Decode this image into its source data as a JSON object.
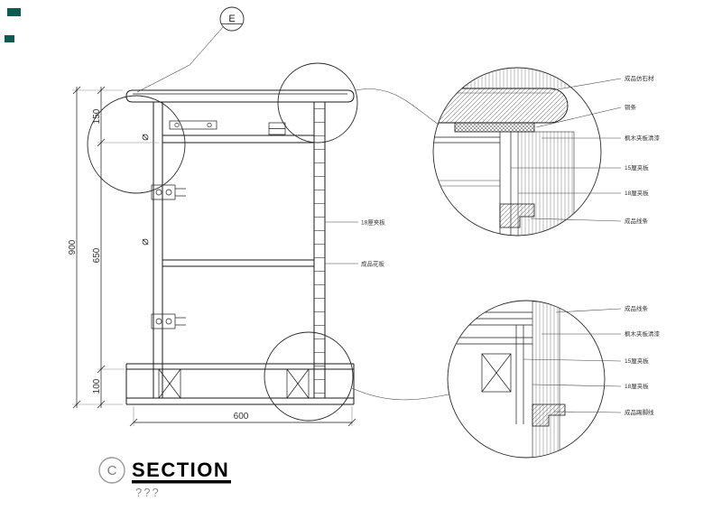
{
  "detail_bubble": {
    "label": "E"
  },
  "dimensions": {
    "overall_height": "900",
    "segment_top": "150",
    "segment_middle": "650",
    "segment_bottom": "100",
    "width": "600"
  },
  "section_callouts": {
    "plywood_18": "18厘夹板",
    "finish_board": "成品花板"
  },
  "detail_top": {
    "labels": [
      "成品仿石材",
      "铜条",
      "枫木夹板清漆",
      "15厘夹板",
      "18厘夹板",
      "成品线条"
    ]
  },
  "detail_bottom": {
    "labels": [
      "成品线条",
      "枫木夹板清漆",
      "15厘夹板",
      "18厘夹板",
      "成品踢脚线"
    ]
  },
  "title": {
    "ref": "C",
    "text": "SECTION",
    "subtitle": "???"
  },
  "colors": {
    "swatch": "#0e5b4f"
  }
}
